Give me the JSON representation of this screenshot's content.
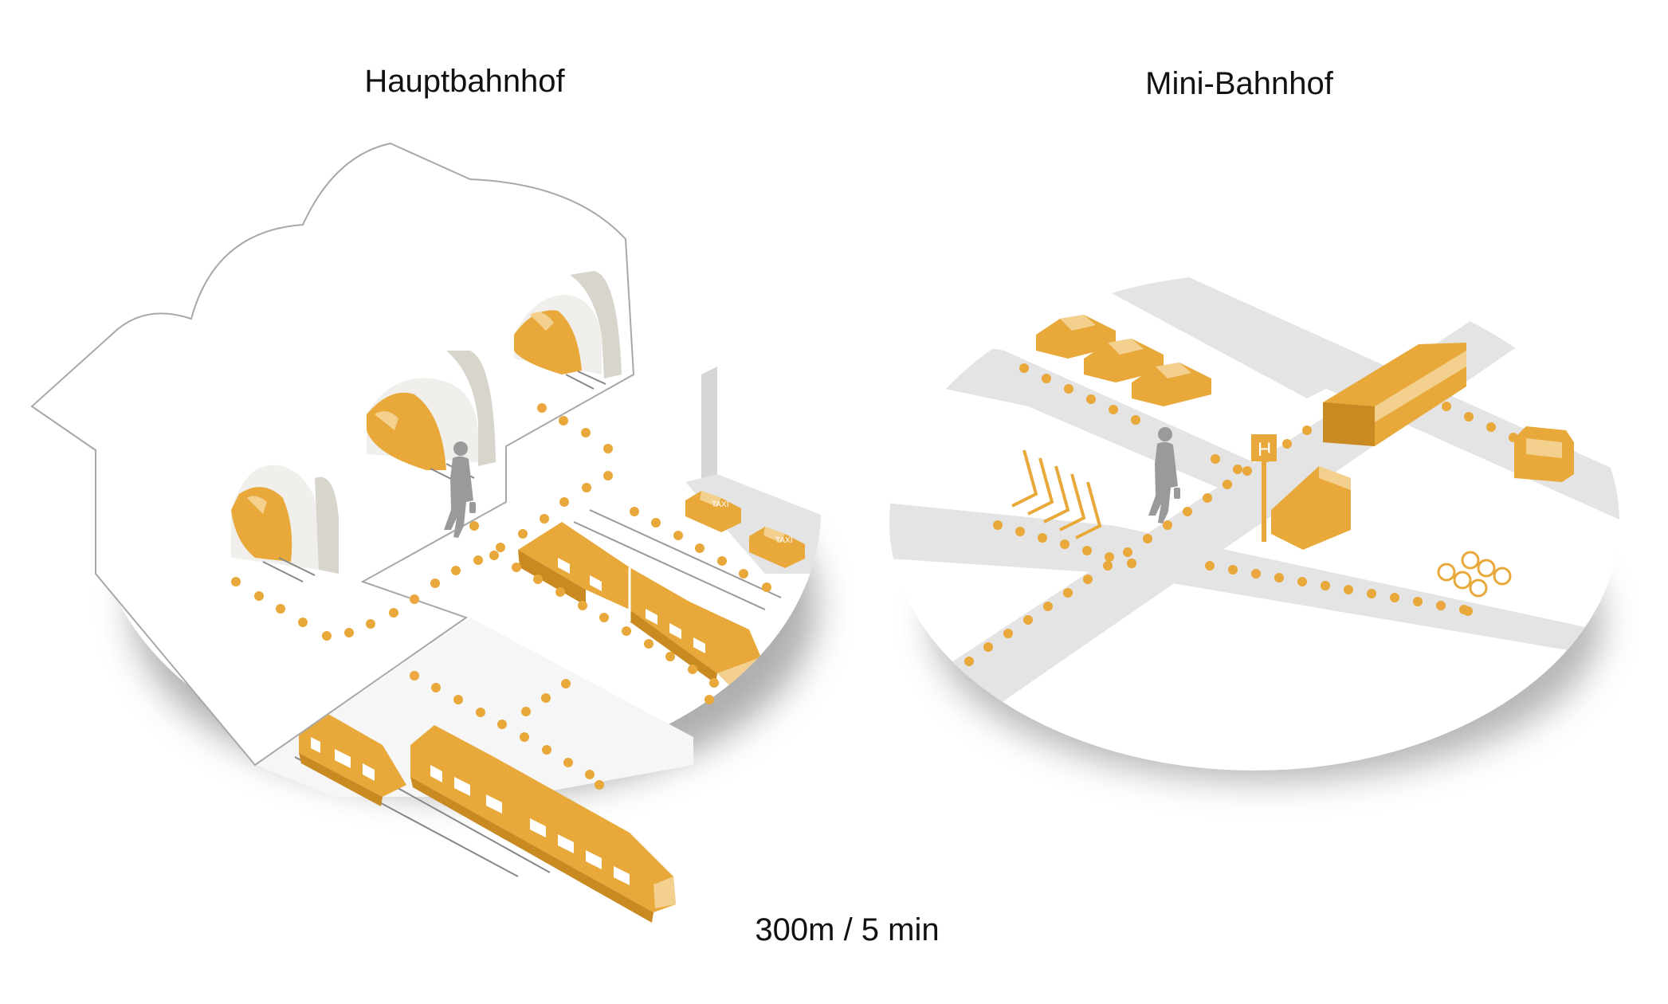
{
  "titles": {
    "left": "Hauptbahnhof",
    "right": "Mini-Bahnhof"
  },
  "caption": "300m / 5 min",
  "taxi_sign": "TAXI",
  "stop_sign": "H",
  "colors": {
    "accent": "#E8A83A",
    "accent_light": "#F3D08E",
    "accent_dark": "#C98A22",
    "road": "#E4E4E4",
    "outline": "#9A9A9A",
    "person": "#9A9A9A",
    "background": "#FFFFFF"
  }
}
